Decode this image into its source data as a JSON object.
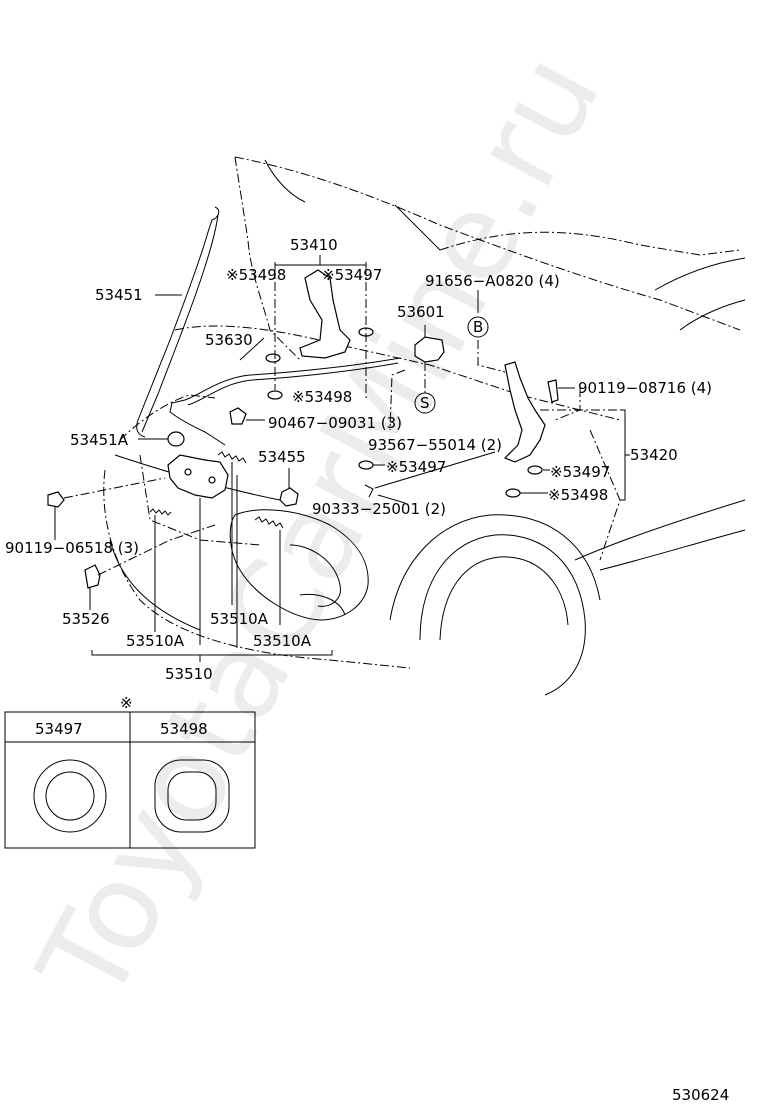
{
  "watermark": "ToyotaCarMine.ru",
  "diagram_code": "530624",
  "callouts": [
    {
      "id": "53410",
      "text": "53410"
    },
    {
      "id": "53498-a",
      "text": "※53498"
    },
    {
      "id": "53497-a",
      "text": "※53497"
    },
    {
      "id": "91656",
      "text": "91656−A0820 (4)"
    },
    {
      "id": "53451",
      "text": "53451"
    },
    {
      "id": "53601",
      "text": "53601"
    },
    {
      "id": "b-marker",
      "text": "B"
    },
    {
      "id": "53630",
      "text": "53630"
    },
    {
      "id": "90119-08716",
      "text": "90119−08716 (4)"
    },
    {
      "id": "53498-b",
      "text": "※53498"
    },
    {
      "id": "90467",
      "text": "90467−09031 (3)"
    },
    {
      "id": "s-marker",
      "text": "S"
    },
    {
      "id": "53451a",
      "text": "53451A"
    },
    {
      "id": "93567",
      "text": "93567−55014 (2)"
    },
    {
      "id": "53420",
      "text": "53420"
    },
    {
      "id": "53455",
      "text": "53455"
    },
    {
      "id": "53497-b",
      "text": "※53497"
    },
    {
      "id": "53497-c",
      "text": "※53497"
    },
    {
      "id": "90333",
      "text": "90333−25001 (2)"
    },
    {
      "id": "53498-c",
      "text": "※53498"
    },
    {
      "id": "90119-06518",
      "text": "90119−06518 (3)"
    },
    {
      "id": "53526",
      "text": "53526"
    },
    {
      "id": "53510a-1",
      "text": "53510A"
    },
    {
      "id": "53510a-2",
      "text": "53510A"
    },
    {
      "id": "53510a-3",
      "text": "53510A"
    },
    {
      "id": "53510",
      "text": "53510"
    }
  ],
  "legend": {
    "mark": "※",
    "columns": [
      "53497",
      "53498"
    ]
  }
}
